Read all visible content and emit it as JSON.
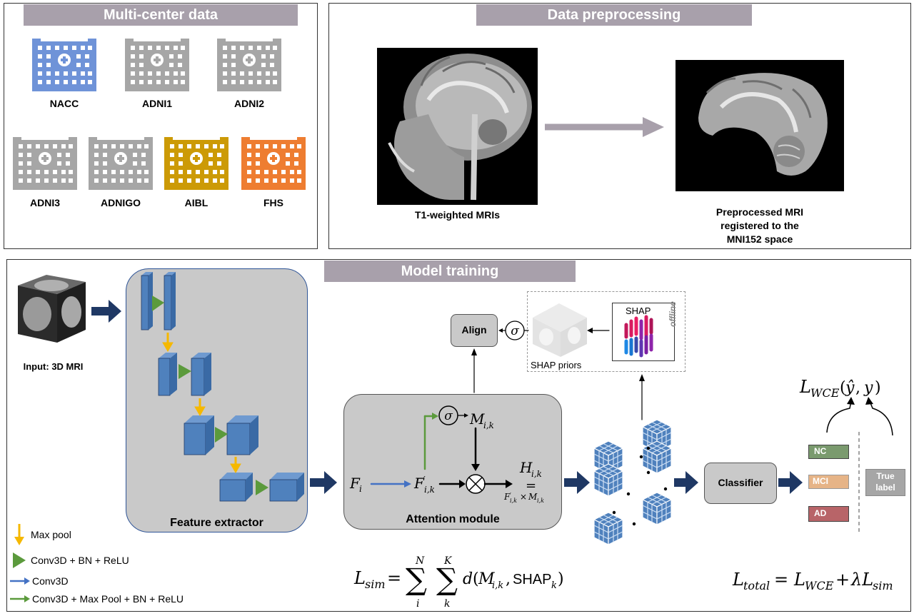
{
  "sections": {
    "multicenter": "Multi-center data",
    "preprocessing": "Data preprocessing",
    "training": "Model training"
  },
  "centers": [
    {
      "name": "NACC",
      "color": "#6f93d8"
    },
    {
      "name": "ADNI1",
      "color": "#a6a6a6"
    },
    {
      "name": "ADNI2",
      "color": "#a6a6a6"
    },
    {
      "name": "ADNI3",
      "color": "#a6a6a6"
    },
    {
      "name": "ADNIGO",
      "color": "#a6a6a6"
    },
    {
      "name": "AIBL",
      "color": "#cc9a06"
    },
    {
      "name": "FHS",
      "color": "#ee7d31"
    }
  ],
  "preprocessing": {
    "raw_caption": "T1-weighted MRIs",
    "processed_caption_line1": "Preprocessed MRI",
    "processed_caption_line2": "registered to the",
    "processed_caption_line3": "MNI152 space"
  },
  "training": {
    "input_label": "Input: 3D MRI",
    "feature_extractor": "Feature extractor",
    "attention_module": "Attention module",
    "align": "Align",
    "shap": "SHAP",
    "shap_priors": "SHAP priors",
    "offline": "offline",
    "classifier": "Classifier",
    "classes": [
      {
        "name": "NC",
        "color": "#7a9a6e"
      },
      {
        "name": "MCI",
        "color": "#e6b487"
      },
      {
        "name": "AD",
        "color": "#b86468"
      }
    ],
    "true_label_line1": "True",
    "true_label_line2": "label"
  },
  "legend": [
    {
      "icon": "max-pool-arrow-icon",
      "label": "Max pool"
    },
    {
      "icon": "conv-bn-relu-triangle-icon",
      "label": "Conv3D + BN + ReLU"
    },
    {
      "icon": "conv3d-arrow-icon",
      "label": "Conv3D"
    },
    {
      "icon": "conv-maxpool-arrow-icon",
      "label": "Conv3D + Max Pool + BN + ReLU"
    }
  ],
  "colors": {
    "banner": "#a8a0ab",
    "panel_gray": "#c9c9c9",
    "cube_blue": "#4f81bd",
    "arrow_navy": "#1f3864",
    "green": "#5b9a3c",
    "yellow": "#f5b800"
  }
}
